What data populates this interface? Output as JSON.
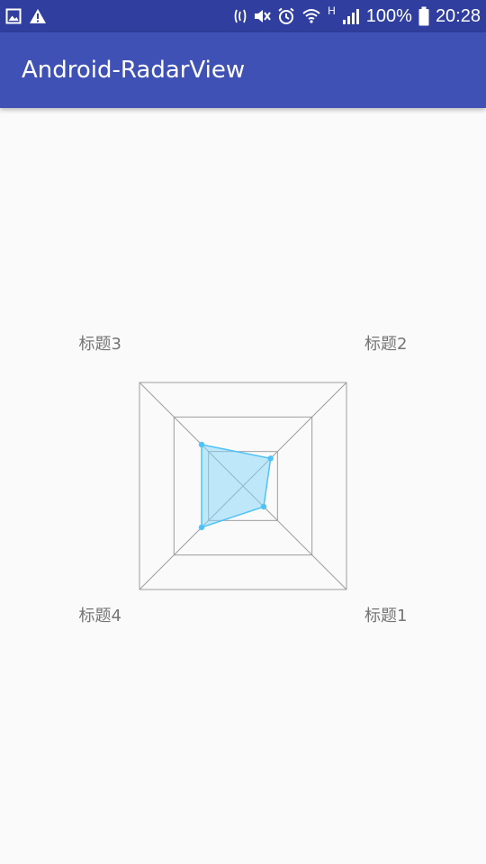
{
  "status_bar": {
    "battery_text": "100%",
    "clock": "20:28",
    "network_type": "H",
    "icons_left": [
      "gallery-icon",
      "warning-icon"
    ],
    "icons_right": [
      "nfc-icon",
      "mute-icon",
      "alarm-icon",
      "wifi-icon",
      "signal-icon",
      "battery-icon"
    ],
    "background_color": "#303f9f"
  },
  "app_bar": {
    "title": "Android-RadarView",
    "background_color": "#3f51b5"
  },
  "radar": {
    "axis_labels": [
      "标题1",
      "标题2",
      "标题3",
      "标题4"
    ],
    "levels": 3,
    "max_value": 3,
    "values": [
      0.6,
      0.8,
      1.2,
      1.2
    ],
    "fill_color": "#81d4fa",
    "stroke_color": "#4fc3f7",
    "grid_color": "#9e9e9e"
  }
}
